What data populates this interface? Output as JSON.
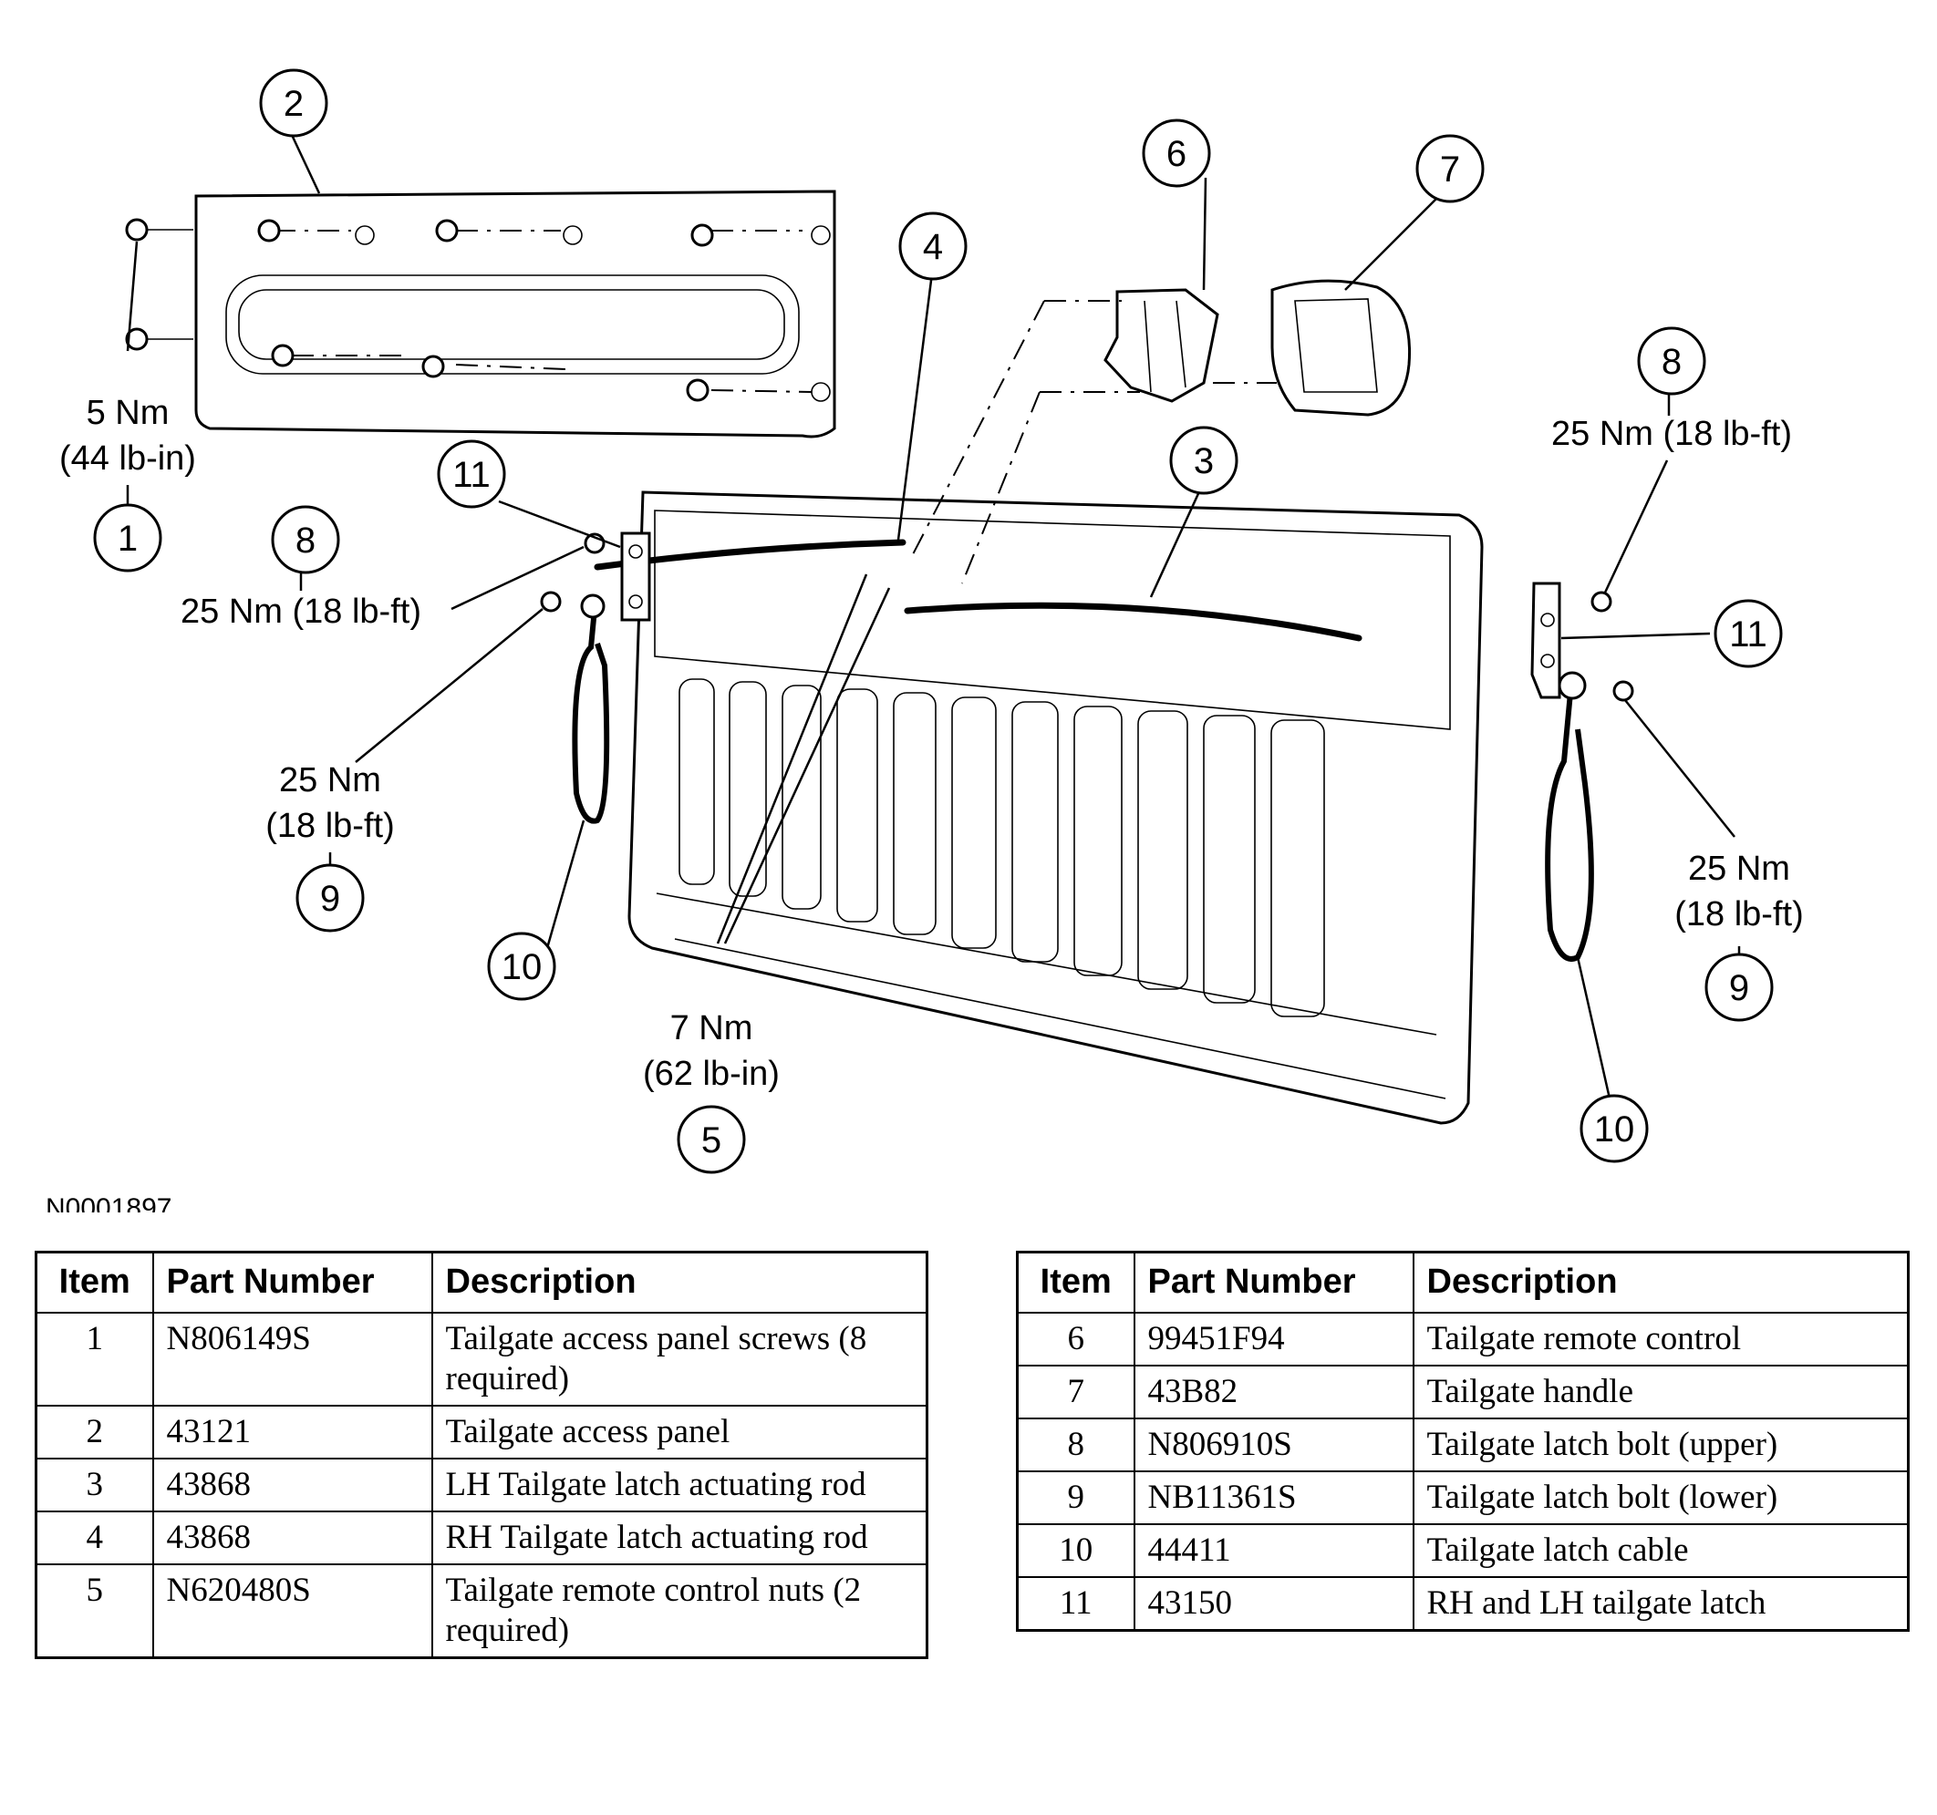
{
  "figure_code": "N0001897",
  "callouts": {
    "c1": "1",
    "c2": "2",
    "c3": "3",
    "c4": "4",
    "c5": "5",
    "c6": "6",
    "c7": "7",
    "c8_left": "8",
    "c8_right": "8",
    "c9_left": "9",
    "c9_right": "9",
    "c10_left": "10",
    "c10_right": "10",
    "c11_left": "11",
    "c11_right": "11"
  },
  "torque": {
    "t1_line1": "5 Nm",
    "t1_line2": "(44 lb-in)",
    "t8_left": "25 Nm (18 lb-ft)",
    "t8_right": "25 Nm (18 lb-ft)",
    "t9_left_line1": "25 Nm",
    "t9_left_line2": "(18 lb-ft)",
    "t9_right_line1": "25 Nm",
    "t9_right_line2": "(18 lb-ft)",
    "t5_line1": "7 Nm",
    "t5_line2": "(62 lb-in)"
  },
  "table_headers": {
    "item": "Item",
    "part_number": "Part Number",
    "description": "Description"
  },
  "parts_left": [
    {
      "item": "1",
      "part": "N806149S",
      "desc": "Tailgate access panel screws (8 required)"
    },
    {
      "item": "2",
      "part": "43121",
      "desc": "Tailgate access panel"
    },
    {
      "item": "3",
      "part": "43868",
      "desc": "LH Tailgate latch actuating rod"
    },
    {
      "item": "4",
      "part": "43868",
      "desc": "RH Tailgate latch actuating rod"
    },
    {
      "item": "5",
      "part": "N620480S",
      "desc": "Tailgate remote control nuts (2 required)"
    }
  ],
  "parts_right": [
    {
      "item": "6",
      "part": "99451F94",
      "desc": "Tailgate remote control"
    },
    {
      "item": "7",
      "part": "43B82",
      "desc": "Tailgate handle"
    },
    {
      "item": "8",
      "part": "N806910S",
      "desc": "Tailgate latch bolt (upper)"
    },
    {
      "item": "9",
      "part": "NB11361S",
      "desc": "Tailgate latch bolt (lower)"
    },
    {
      "item": "10",
      "part": "44411",
      "desc": "Tailgate latch cable"
    },
    {
      "item": "11",
      "part": "43150",
      "desc": "RH and LH tailgate latch"
    }
  ]
}
